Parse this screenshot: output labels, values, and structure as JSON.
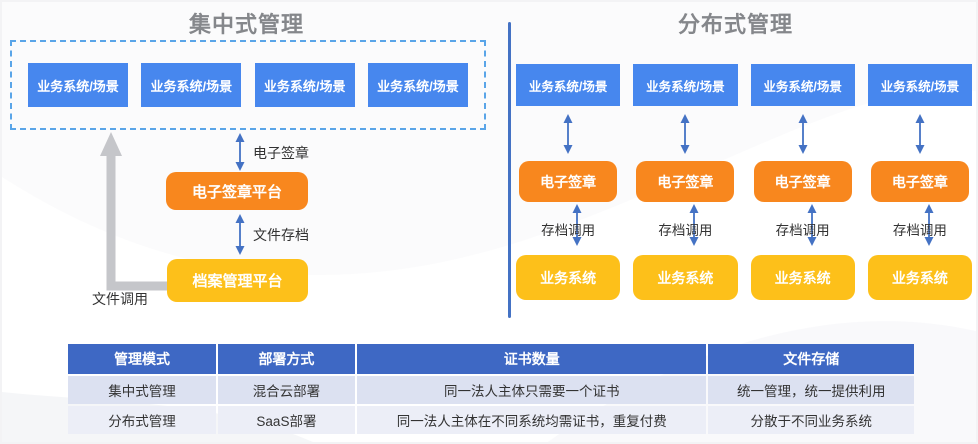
{
  "left": {
    "title": "集中式管理",
    "business_boxes": [
      "业务系统/场景",
      "业务系统/场景",
      "业务系统/场景",
      "业务系统/场景"
    ],
    "sign_arrow_label": "电子签章",
    "sign_platform": "电子签章平台",
    "archive_arrow_label": "文件存档",
    "archive_platform": "档案管理平台",
    "file_call_label": "文件调用"
  },
  "right": {
    "title": "分布式管理",
    "columns": [
      {
        "top": "业务系统/场景",
        "mid": "电子签章",
        "arrow_label": "存档调用",
        "bottom": "业务系统"
      },
      {
        "top": "业务系统/场景",
        "mid": "电子签章",
        "arrow_label": "存档调用",
        "bottom": "业务系统"
      },
      {
        "top": "业务系统/场景",
        "mid": "电子签章",
        "arrow_label": "存档调用",
        "bottom": "业务系统"
      },
      {
        "top": "业务系统/场景",
        "mid": "电子签章",
        "arrow_label": "存档调用",
        "bottom": "业务系统"
      }
    ]
  },
  "table": {
    "headers": [
      "管理模式",
      "部署方式",
      "证书数量",
      "文件存储"
    ],
    "rows": [
      [
        "集中式管理",
        "混合云部署",
        "同一法人主体只需要一个证书",
        "统一管理，统一提供利用"
      ],
      [
        "分布式管理",
        "SaaS部署",
        "同一法人主体在不同系统均需证书，重复付费",
        "分散于不同业务系统"
      ]
    ]
  },
  "colors": {
    "business_blue": "#4787ee",
    "signature_orange": "#f8871e",
    "system_yellow": "#fdc01a",
    "arrow_blue": "#4472c4",
    "dashed_border_blue": "#5aa5e8",
    "table_header_blue": "#3e68c4",
    "table_row1": "#dce1f1",
    "table_row2": "#eceef7",
    "title_gray": "#85878b",
    "gray_arrow": "#c5c6ca"
  }
}
